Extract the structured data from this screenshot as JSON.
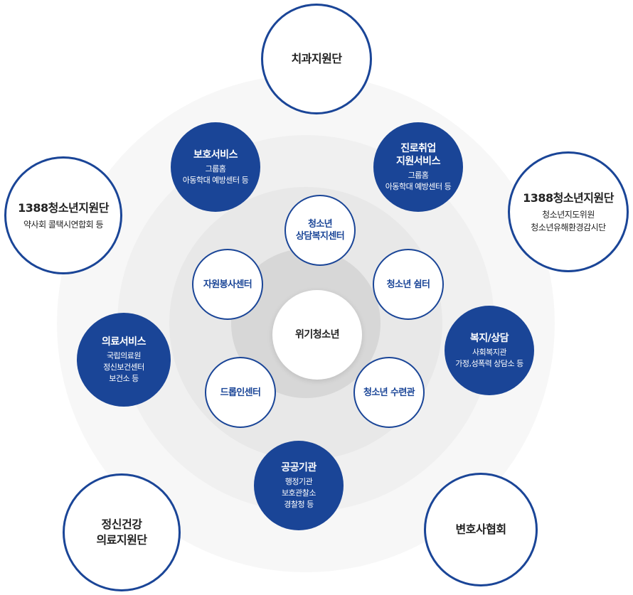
{
  "center": {
    "label": "위기청소년"
  },
  "inner_nodes": [
    {
      "line1": "청소년",
      "line2": "상담복지센터"
    },
    {
      "line1": "청소년 쉼터"
    },
    {
      "line1": "청소년 수련관"
    },
    {
      "line1": "드롭인센터"
    },
    {
      "line1": "자원봉사센터"
    }
  ],
  "service_nodes": [
    {
      "title": "보호서비스",
      "items": [
        "그룹홈",
        "아동학대 예방센터 등"
      ]
    },
    {
      "title_lines": [
        "진로취업",
        "지원서비스"
      ],
      "items": [
        "그룹홈",
        "아동학대 예방센터 등"
      ]
    },
    {
      "title": "복지/상담",
      "items": [
        "사회복지관",
        "가정,성폭력 상담소 등"
      ]
    },
    {
      "title": "공공기관",
      "items": [
        "행정기관",
        "보호관찰소",
        "경찰청 등"
      ]
    },
    {
      "title": "의료서비스",
      "items": [
        "국립의료원",
        "정신보건센터",
        "보건소 등"
      ]
    }
  ],
  "outer_nodes": [
    {
      "title": "치과지원단"
    },
    {
      "title": "1388청소년지원단",
      "items": [
        "청소년지도위원",
        "청소년유해환경감시단"
      ]
    },
    {
      "title": "변호사협회"
    },
    {
      "title_lines": [
        "정신건강",
        "의료지원단"
      ]
    },
    {
      "title": "1388청소년지원단",
      "items": [
        "약사회 콜택시연합회 등"
      ]
    }
  ],
  "colors": {
    "primary": "#1a4597",
    "text_dark": "#222222",
    "ring_outer": "#f7f7f7",
    "ring_2": "#f0f0f0",
    "ring_3": "#e8e8e8",
    "ring_4": "#d7d7d7"
  }
}
